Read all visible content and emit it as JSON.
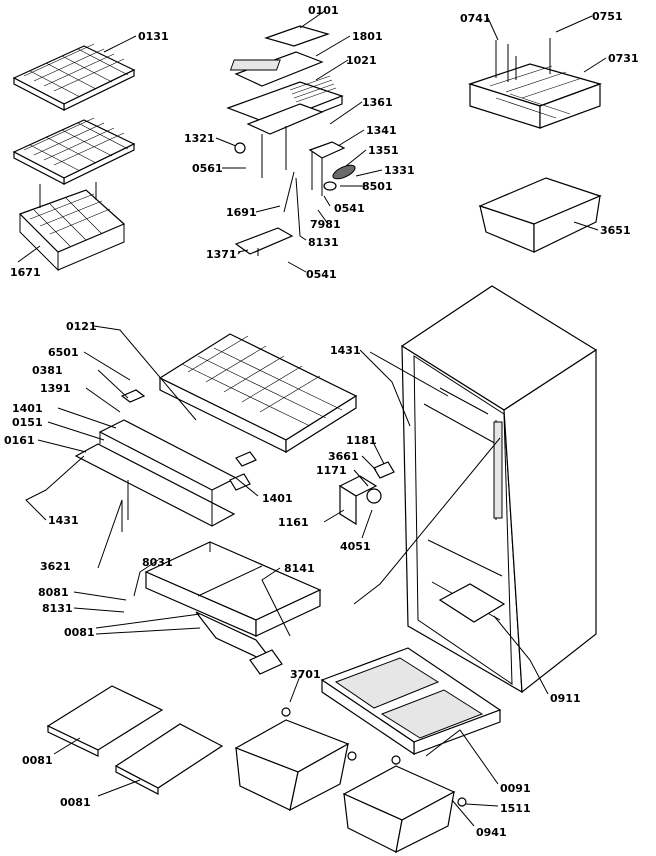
{
  "labels": {
    "l0131": "0131",
    "l1671": "1671",
    "l0101": "0101",
    "l1801": "1801",
    "l1021": "1021",
    "l1361": "1361",
    "l1321": "1321",
    "l1341": "1341",
    "l0561": "0561",
    "l1351": "1351",
    "l1331": "1331",
    "l8501": "8501",
    "l0541a": "0541",
    "l1691": "1691",
    "l7981": "7981",
    "l8131a": "8131",
    "l1371": "1371",
    "l0541b": "0541",
    "l0741": "0741",
    "l0751": "0751",
    "l0731": "0731",
    "l3651": "3651",
    "l0121": "0121",
    "l6501": "6501",
    "l0381": "0381",
    "l1391": "1391",
    "l1401a": "1401",
    "l0151": "0151",
    "l0161": "0161",
    "l1431a": "1431",
    "l1401b": "1401",
    "l1431b": "1431",
    "l1181": "1181",
    "l3661": "3661",
    "l1171": "1171",
    "l1161": "1161",
    "l4051": "4051",
    "l3621": "3621",
    "l8031": "8031",
    "l8141": "8141",
    "l8081": "8081",
    "l8131b": "8131",
    "l0081a": "0081",
    "l3701": "3701",
    "l0911": "0911",
    "l0081b": "0081",
    "l0081c": "0081",
    "l0091": "0091",
    "l1511": "1511",
    "l0941": "0941"
  }
}
